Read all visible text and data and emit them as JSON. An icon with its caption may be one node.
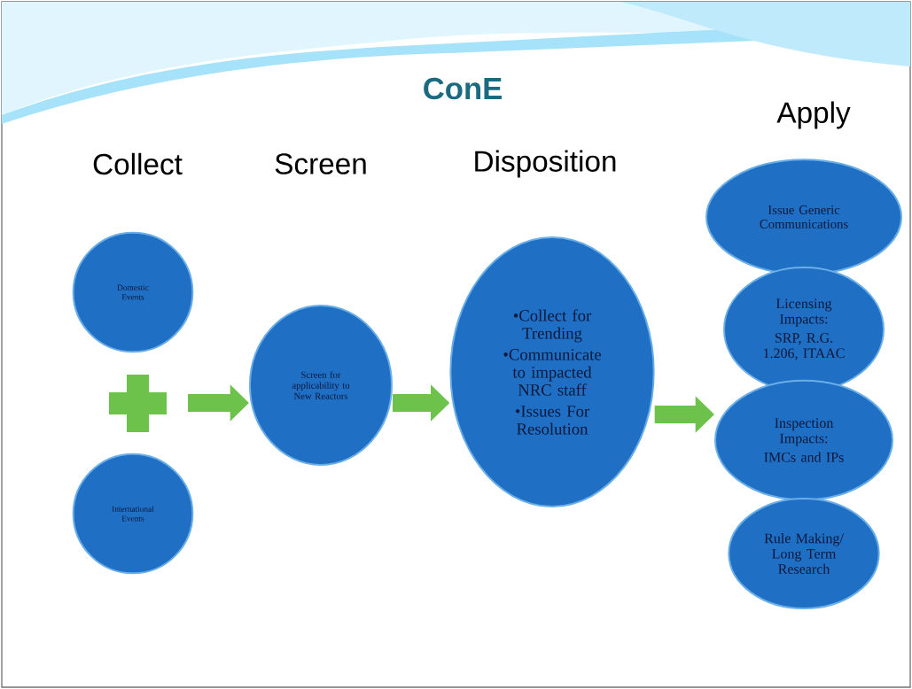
{
  "diagram": {
    "title": "ConE",
    "nodes": [
      {
        "text": [
          "Domestic Events"
        ]
      },
      {
        "text": [
          "International Events"
        ]
      },
      {
        "text": [
          "Screen for applicability to New Reactors"
        ]
      },
      {
        "text": [
          "•Collect for Trending",
          "•Communicate to impacted NRC staff",
          "•Issues For Resolution"
        ]
      },
      {
        "text": [
          "Issue Generic Communications"
        ]
      },
      {
        "text": [
          "Licensing Impacts:",
          "SRP, R.G. 1.206, ITAAC"
        ]
      },
      {
        "text": [
          "Inspection Impacts:",
          "IMCs and IPs"
        ]
      },
      {
        "text": [
          "Rule Making/ Long Term Research"
        ]
      }
    ],
    "edges": [
      {
        "from": null,
        "to": 2,
        "arrow": "to"
      },
      {
        "from": 2,
        "to": 3,
        "arrow": "to"
      },
      {
        "from": 3,
        "to": 6,
        "arrow": "to"
      }
    ],
    "labels": [
      "Collect",
      "Screen",
      "Disposition",
      "Apply"
    ]
  }
}
